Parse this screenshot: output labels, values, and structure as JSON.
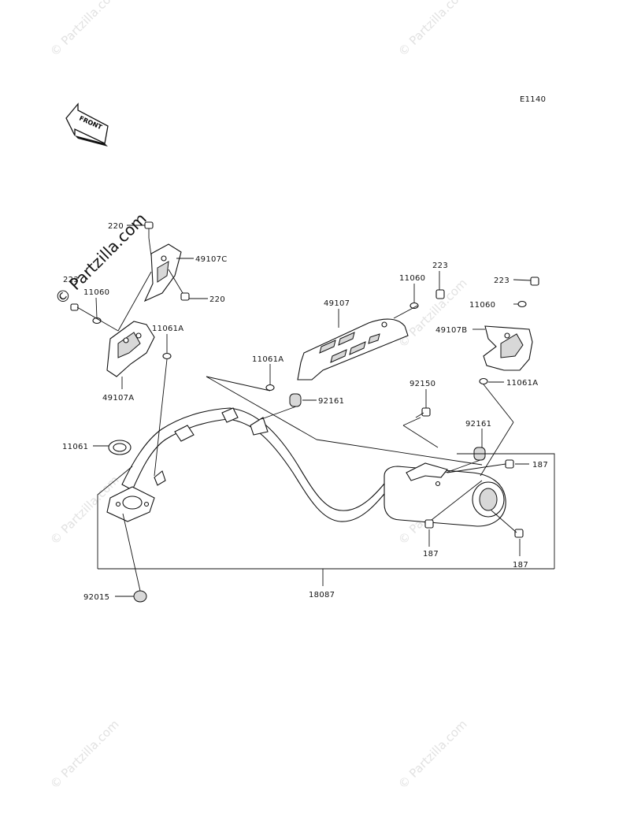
{
  "diagram_code": "E1140",
  "front_arrow": "FRONT",
  "watermark": "© Partzilla.com",
  "watermark_main": "© Partzilla.com",
  "labels": {
    "p220_top": "220",
    "p49107C": "49107C",
    "p220_side": "220",
    "p223_left": "223",
    "p11060_left": "11060",
    "p11061A_left": "11061A",
    "p49107A": "49107A",
    "p11060_mid": "11060",
    "p223_mid": "223",
    "p49107": "49107",
    "p11061A_mid": "11061A",
    "p92161_mid": "92161",
    "p223_right": "223",
    "p11060_right": "11060",
    "p49107B": "49107B",
    "p11061A_right": "11061A",
    "p92150": "92150",
    "p92161_right": "92161",
    "p187_right": "187",
    "p11061": "11061",
    "p187_bottom": "187",
    "p187_br": "187",
    "p92015": "92015",
    "p18087": "18087"
  }
}
